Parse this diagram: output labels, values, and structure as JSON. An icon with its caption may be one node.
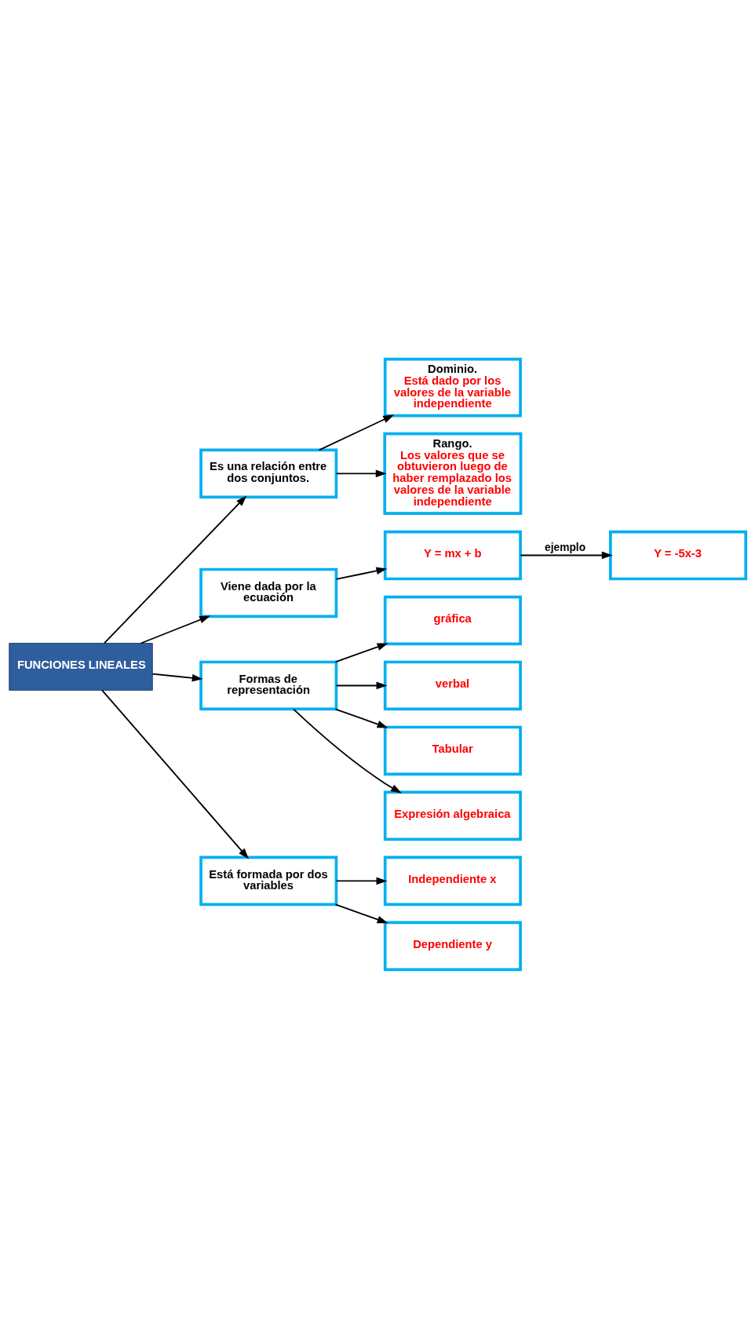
{
  "diagram": {
    "nodes": [
      {
        "text": [
          "FUNCIONES LINEALES"
        ]
      },
      {
        "text": [
          "Es una relación entre dos conjuntos."
        ]
      },
      {
        "text": [
          "Dominio.",
          "Está dado por los valores de la variable independiente"
        ]
      },
      {
        "text": [
          "Rango.",
          "Los valores que se obtuvieron luego de haber remplazado los valores de la variable independiente"
        ]
      },
      {
        "text": [
          "Viene dada por la ecuación"
        ]
      },
      {
        "text": [
          "Y = mx + b"
        ]
      },
      {
        "text": [
          "Y = -5x-3"
        ]
      },
      {
        "text": [
          "Formas de representación"
        ]
      },
      {
        "text": [
          "gráfica"
        ]
      },
      {
        "text": [
          "verbal"
        ]
      },
      {
        "text": [
          "Tabular"
        ]
      },
      {
        "text": [
          "Expresión algebraica"
        ]
      },
      {
        "text": [
          "Está formada por dos variables"
        ]
      },
      {
        "text": [
          "Independiente x"
        ]
      },
      {
        "text": [
          "Dependiente y"
        ]
      }
    ],
    "edges": [
      {
        "from": 0,
        "to": 1,
        "arrow": "to"
      },
      {
        "from": 1,
        "to": 2,
        "arrow": "to"
      },
      {
        "from": 1,
        "to": 3,
        "arrow": "to"
      },
      {
        "from": 0,
        "to": 4,
        "arrow": "to"
      },
      {
        "from": 4,
        "to": 5,
        "arrow": "to"
      },
      {
        "from": 5,
        "to": 6,
        "arrow": "to",
        "label": "ejemplo"
      },
      {
        "from": 0,
        "to": 7,
        "arrow": "to"
      },
      {
        "from": 7,
        "to": 8,
        "arrow": "to"
      },
      {
        "from": 7,
        "to": 9,
        "arrow": "to"
      },
      {
        "from": 7,
        "to": 10,
        "arrow": "to"
      },
      {
        "from": 7,
        "to": 11,
        "arrow": "to"
      },
      {
        "from": 0,
        "to": 12,
        "arrow": "to"
      },
      {
        "from": 12,
        "to": 13,
        "arrow": "to"
      },
      {
        "from": 12,
        "to": 14,
        "arrow": "to"
      }
    ]
  }
}
